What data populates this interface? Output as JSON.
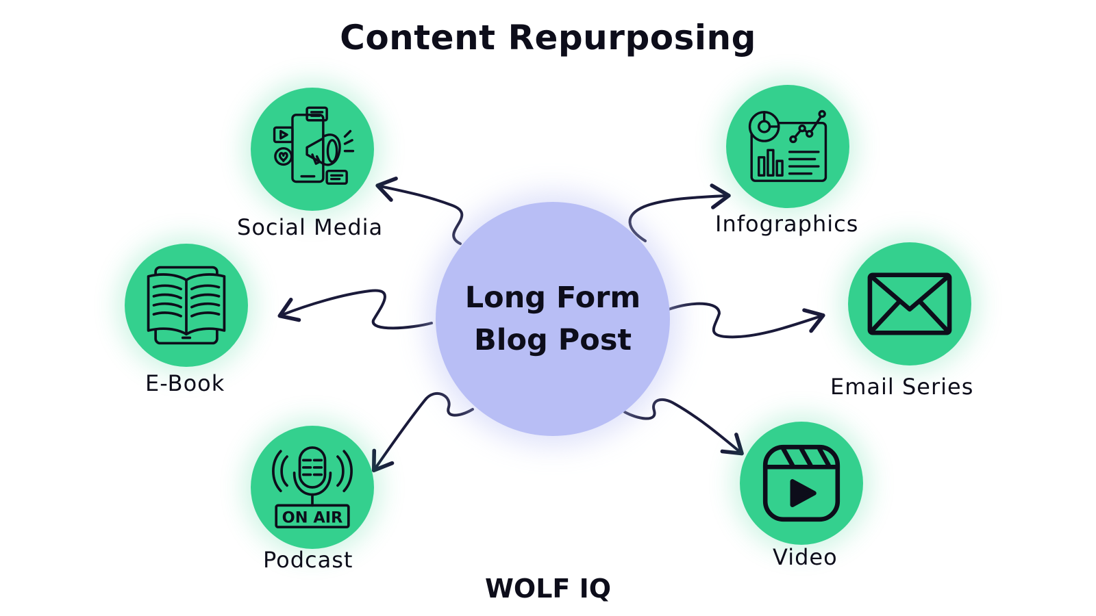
{
  "title": "Content Repurposing",
  "center": {
    "line1": "Long Form",
    "line2": "Blog Post"
  },
  "outputs": [
    {
      "id": "social-media",
      "label": "Social Media",
      "icon": "megaphone-social-icon"
    },
    {
      "id": "infographics",
      "label": "Infographics",
      "icon": "chart-dashboard-icon"
    },
    {
      "id": "e-book",
      "label": "E-Book",
      "icon": "tablet-book-icon"
    },
    {
      "id": "email-series",
      "label": "Email Series",
      "icon": "envelope-icon"
    },
    {
      "id": "podcast",
      "label": "Podcast",
      "icon": "microphone-on-air-icon"
    },
    {
      "id": "video",
      "label": "Video",
      "icon": "video-play-icon"
    }
  ],
  "podcast_icon_text": "ON AIR",
  "brand": "WOLF IQ",
  "colors": {
    "node": "#34d08e",
    "hub": "#b8bef5",
    "ink": "#0d0d1a",
    "arrow": "#1a1a3a"
  }
}
